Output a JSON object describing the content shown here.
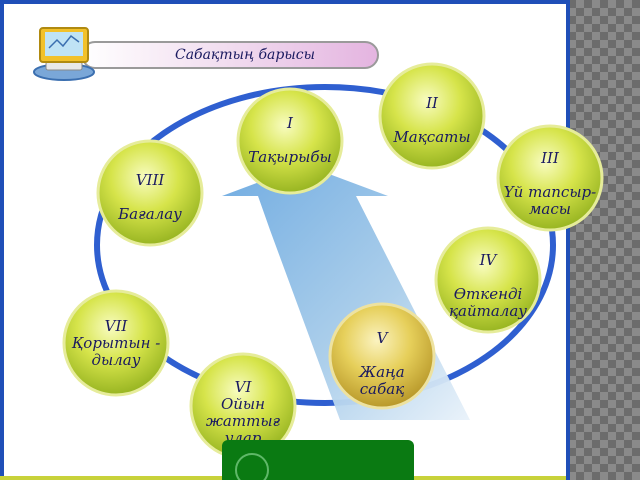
{
  "header": {
    "title": "Сабақтың   барысы"
  },
  "steps": [
    {
      "num": "I",
      "label": "Тақырыбы"
    },
    {
      "num": "II",
      "label": "Мақсаты"
    },
    {
      "num": "III",
      "label": "Үй тапсыр-\nмасы"
    },
    {
      "num": "IV",
      "label": "Өткенді\nқайталау"
    },
    {
      "num": "V",
      "label": "Жаңа\nсабақ"
    },
    {
      "num": "VI",
      "label": "Ойын\nжаттығ\nулар"
    },
    {
      "num": "VII",
      "label": "Қорытын -\nдылау"
    },
    {
      "num": "VIII",
      "label": "Бағалау"
    }
  ],
  "colors": {
    "circle_light": "#f4f9a0",
    "circle_mid": "#c9dc3a",
    "circle_dark": "#8fae1e",
    "circle_gold": "#d4b93a",
    "ring": "#2f5fd0",
    "arrow": "#7bb3e0",
    "frame_border": "#1f4fb8",
    "bottom_box": "#0a7a12",
    "title_text": "#1a1a60"
  }
}
